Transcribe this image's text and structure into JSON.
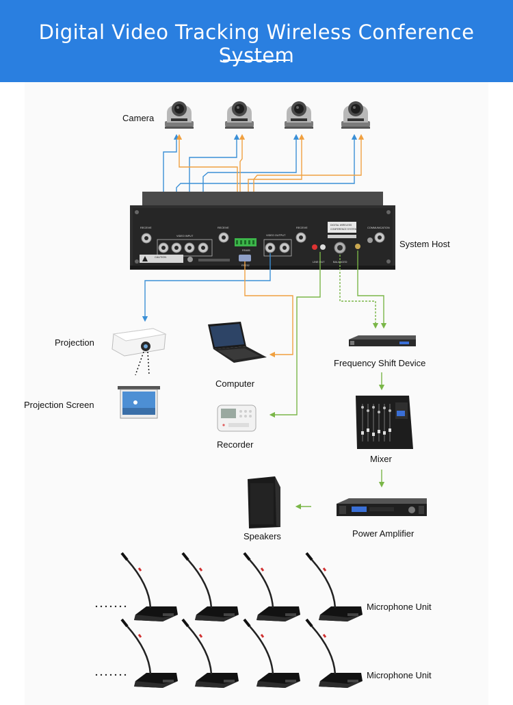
{
  "header": {
    "title": "Digital Video Tracking Wireless Conference System"
  },
  "labels": {
    "camera": "Camera",
    "system_host": "System Host",
    "projection": "Projection",
    "projection_screen": "Projection Screen",
    "computer": "Computer",
    "recorder": "Recorder",
    "frequency_shift": "Frequency Shift Device",
    "mixer": "Mixer",
    "speakers": "Speakers",
    "power_amplifier": "Power Amplifier",
    "microphone_unit_1": "Microphone Unit",
    "microphone_unit_2": "Microphone Unit"
  },
  "host_panel": {
    "receive_left": "RECEIVE",
    "video_input": "VIDEO INPUT",
    "receive_mid": "RECEIVE",
    "video_output": "VIDEO OUTPUT",
    "receive_right": "RECEIVE",
    "communication": "COMMUNICATION",
    "caution": "CAUTION",
    "rs485": "RS485",
    "rs232": "RS232",
    "line_out": "LINE OUT",
    "balanced": "BALANCED",
    "nameplate_1": "DIGITAL WIRELESS",
    "nameplate_2": "CONFERENCE SYSTEM"
  },
  "colors": {
    "header": "#2a7fe0",
    "video_line": "#3a8fd6",
    "control_line": "#f0a040",
    "audio_line": "#7ab648"
  },
  "icons": [
    "camera-icon",
    "host-device",
    "projector-icon",
    "projection-screen-icon",
    "laptop-icon",
    "recorder-icon",
    "frequency-shift-icon",
    "mixer-icon",
    "speaker-icon",
    "power-amplifier-icon",
    "microphone-icon"
  ]
}
